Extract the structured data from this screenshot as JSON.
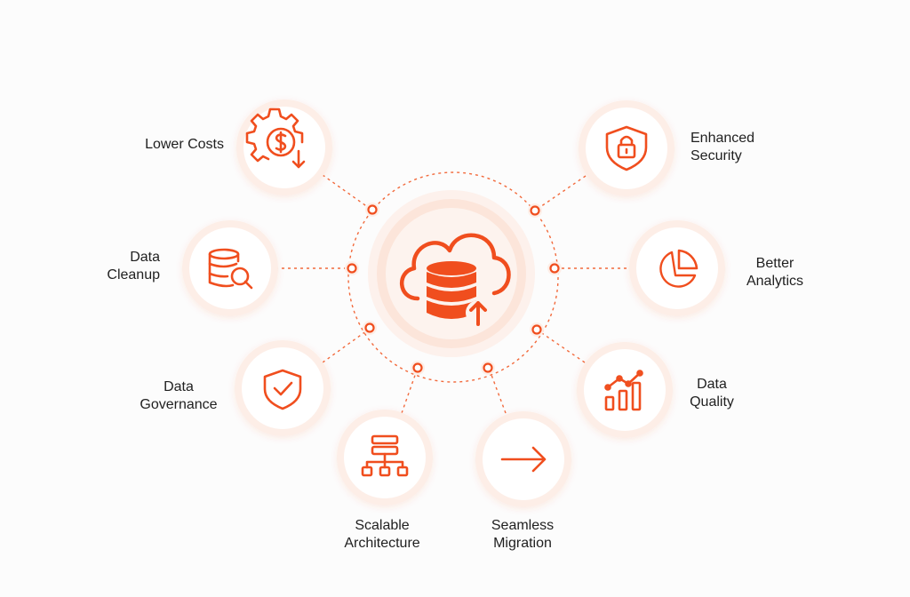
{
  "colors": {
    "accent": "#f04e1e",
    "halo": "#fdeee7",
    "connector": "#f26a3c",
    "text": "#1f1f1f",
    "background": "#fcfcfc"
  },
  "center": {
    "icon": "cloud-database-upload-icon"
  },
  "nodes": [
    {
      "id": "lower-costs",
      "icon": "gear-dollar-icon",
      "lines": [
        "Lower Costs"
      ]
    },
    {
      "id": "data-cleanup",
      "icon": "database-search-icon",
      "lines": [
        "Data",
        "Cleanup"
      ]
    },
    {
      "id": "data-governance",
      "icon": "shield-check-icon",
      "lines": [
        "Data",
        "Governance"
      ]
    },
    {
      "id": "scalable-architecture",
      "icon": "server-hierarchy-icon",
      "lines": [
        "Scalable",
        "Architecture"
      ]
    },
    {
      "id": "seamless-migration",
      "icon": "arrow-right-icon",
      "lines": [
        "Seamless",
        "Migration"
      ]
    },
    {
      "id": "data-quality",
      "icon": "bar-chart-trend-icon",
      "lines": [
        "Data",
        "Quality"
      ]
    },
    {
      "id": "better-analytics",
      "icon": "pie-chart-icon",
      "lines": [
        "Better",
        "Analytics"
      ]
    },
    {
      "id": "enhanced-security",
      "icon": "shield-lock-icon",
      "lines": [
        "Enhanced",
        "Security"
      ]
    }
  ]
}
